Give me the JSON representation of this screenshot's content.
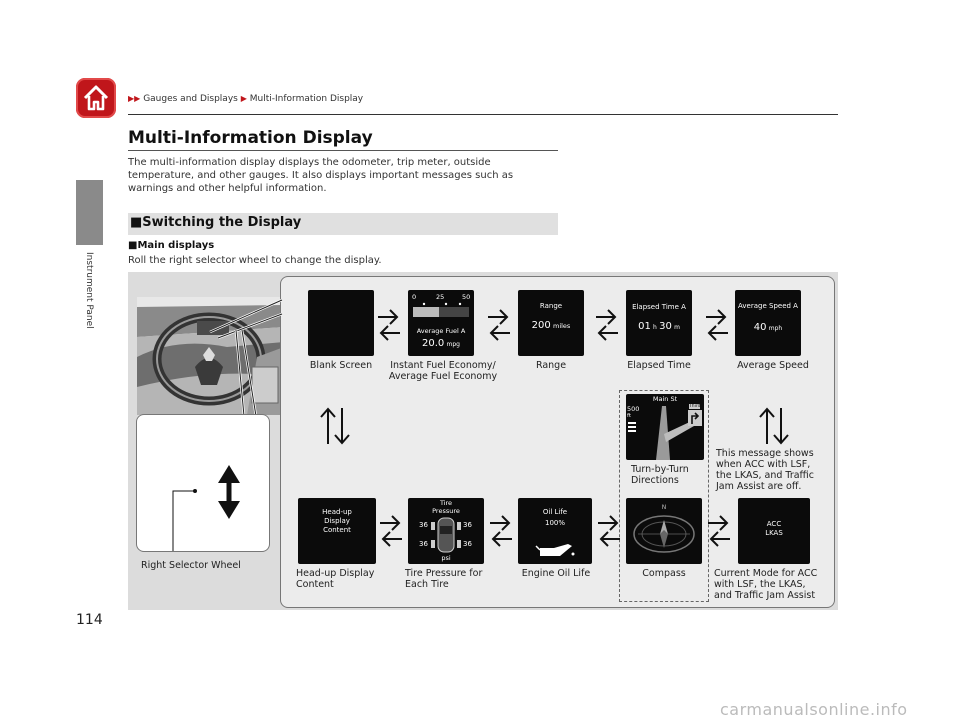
{
  "breadcrumb": {
    "part1": "Gauges and Displays",
    "part2": "Multi-Information Display"
  },
  "sidebar": {
    "label": "Instrument Panel"
  },
  "page_number": "114",
  "title": "Multi-Information Display",
  "intro": "The multi-information display displays the odometer, trip meter, outside temperature, and other gauges. It also displays important messages such as warnings and other helpful information.",
  "section_heading": "■Switching the Display",
  "subsection_heading": "■Main displays",
  "subsection_text": "Roll the right selector wheel to change the display.",
  "selector_label": "Right Selector Wheel",
  "screens": {
    "fuel": {
      "ticks": [
        "0",
        "25",
        "50"
      ],
      "label": "Average Fuel A",
      "value": "20.0",
      "unit": "mpg"
    },
    "range": {
      "label": "Range",
      "value": "200",
      "unit": "miles"
    },
    "elapsed": {
      "label": "Elapsed Time A",
      "h": "01",
      "h_unit": "h",
      "m": "30",
      "m_unit": "m"
    },
    "speed": {
      "label": "Average Speed A",
      "value": "40",
      "unit": "mph"
    },
    "nav": {
      "street": "Main St",
      "distance": "500",
      "dist_unit": "ft",
      "cross": "Third"
    },
    "hud": {
      "label": "Head-up Display Content"
    },
    "tire": {
      "label": "Tire Pressure",
      "values": [
        "36",
        "36",
        "36",
        "36"
      ],
      "unit": "psi"
    },
    "oil": {
      "label": "Oil Life",
      "value": "100%"
    },
    "compass": {
      "n": "N"
    },
    "acc": {
      "line1": "ACC",
      "line2": "LKAS"
    }
  },
  "captions": {
    "blank": "Blank Screen",
    "fuel_1": "Instant Fuel Economy/",
    "fuel_2": "Average Fuel Economy",
    "range": "Range",
    "elapsed": "Elapsed Time",
    "speed": "Average Speed",
    "turn_1": "Turn-by-Turn",
    "turn_2": "Directions",
    "message_1": "This message shows",
    "message_2": "when ACC with LSF,",
    "message_3": "the LKAS, and Traffic",
    "message_4": "Jam Assist are off.",
    "hud_1": "Head-up Display",
    "hud_2": "Content",
    "tire_1": "Tire Pressure for",
    "tire_2": "Each Tire",
    "oil": "Engine Oil Life",
    "compass": "Compass",
    "acc_1": "Current Mode for ACC",
    "acc_2": "with LSF, the LKAS,",
    "acc_3": "and Traffic Jam Assist"
  },
  "watermark": "carmanualsonline.info",
  "colors": {
    "accent": "#c0161b",
    "panel": "#dcdcdc",
    "screen": "#0b0b0b"
  }
}
